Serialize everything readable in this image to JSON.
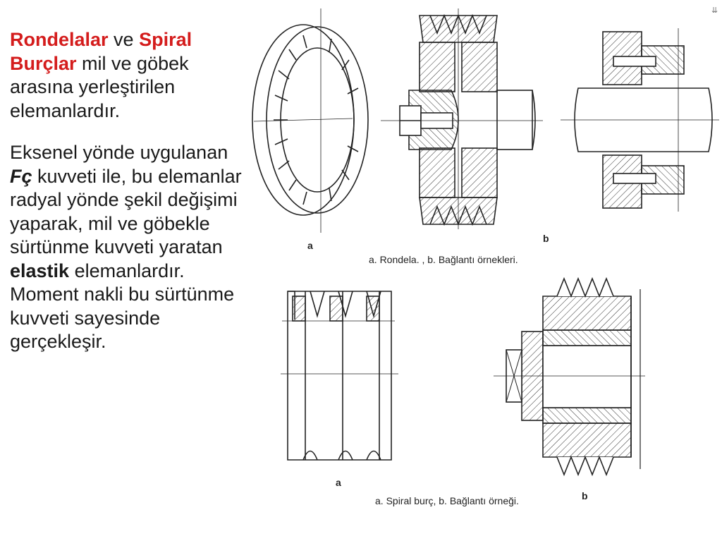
{
  "corner_icon": "⇊",
  "text": {
    "p1": {
      "term1": "Rondelalar",
      "conj": " ve ",
      "term2": "Spiral Burçlar",
      "rest": " mil ve göbek arasına yerleştirilen elemanlardır."
    },
    "p2": {
      "pre": "Eksenel yönde uygulanan ",
      "force": "Fç",
      "mid": " kuvveti ile, bu elemanlar radyal yönde şekil değişimi yaparak, mil ve göbekle sürtünme kuvveti yaratan ",
      "strong": "elastik",
      "post": " elemanlardır. Moment nakli bu sürtünme kuvveti sayesinde gerçekleşir."
    }
  },
  "figure_top": {
    "label_a": "a",
    "label_b": "b",
    "caption": "a. Rondela. , b. Bağlantı örnekleri."
  },
  "figure_bottom": {
    "label_a": "a",
    "label_b": "b",
    "caption": "a. Spiral burç, b. Bağlantı örneği."
  }
}
